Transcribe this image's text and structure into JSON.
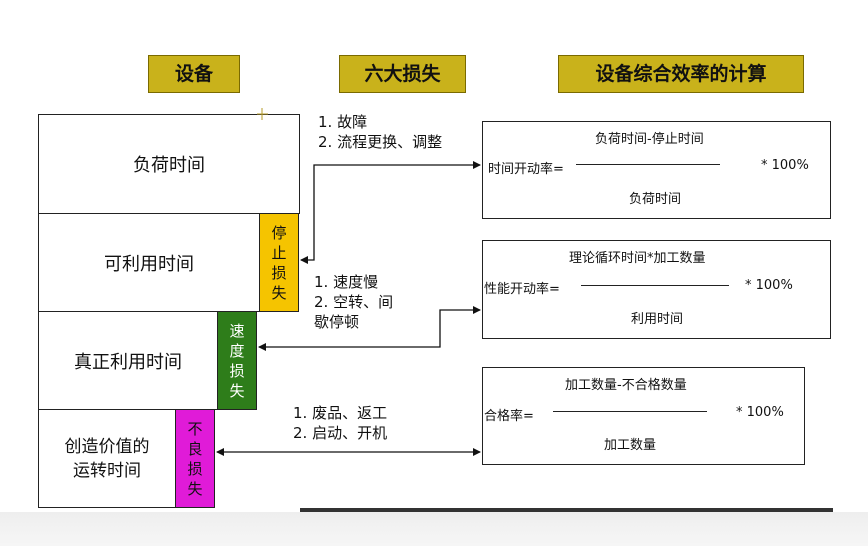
{
  "headers": {
    "equipment": "设备",
    "six_losses": "六大损失",
    "oee_calc": "设备综合效率的计算"
  },
  "time_blocks": {
    "load_time": "负荷时间",
    "available_time": "可利用时间",
    "net_time": "真正利用时间",
    "value_time": "创造价值的\n运转时间"
  },
  "loss_blocks": {
    "stop_loss": "停止损失",
    "speed_loss": "速度损失",
    "defect_loss": "不良损失"
  },
  "loss_notes": {
    "stop": "1. 故障\n2. 流程更换、调整",
    "speed": "1. 速度慢\n2. 空转、间\n歇停顿",
    "defect": "1. 废品、返工\n2. 启动、开机"
  },
  "formulas": {
    "availability": {
      "numerator": "负荷时间-停止时间",
      "label": "时间开动率=",
      "multiplier": "* 100%",
      "denominator": "负荷时间"
    },
    "performance": {
      "numerator": "理论循环时间*加工数量",
      "label": "性能开动率=",
      "multiplier": "* 100%",
      "denominator": "利用时间"
    },
    "quality": {
      "numerator": "加工数量-不合格数量",
      "label": "合格率=",
      "multiplier": "* 100%",
      "denominator": "加工数量"
    }
  },
  "colors": {
    "header": "#c9b21b",
    "stop_loss": "#f5c400",
    "speed_loss": "#2e7d1a",
    "defect_loss": "#e01bd8"
  }
}
